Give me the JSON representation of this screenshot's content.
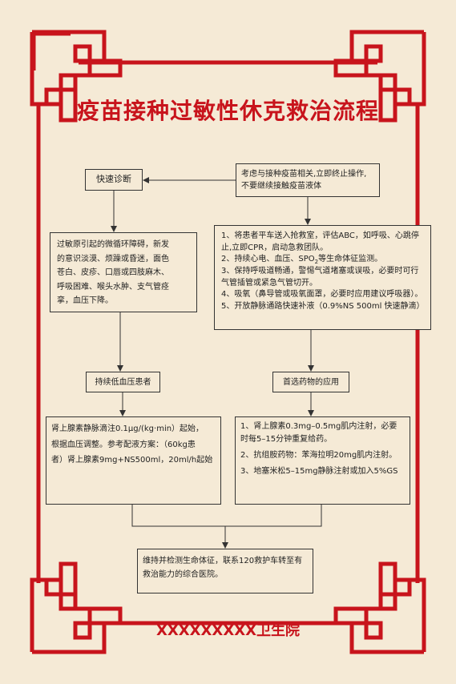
{
  "title": "疫苗接种过敏性休克救治流程",
  "footer": "XXXXXXXXX卫生院",
  "colors": {
    "frame_red": "#c8141c",
    "background": "#f5ead6",
    "line": "#333333"
  },
  "boxes": {
    "quick_diagnosis": "快速诊断",
    "stop_vaccination": {
      "line1": "考虑与接种疫苗相关,立即终止操作,",
      "line2": "不要继续接触疫苗液体"
    },
    "cause": {
      "line1": "过敏原引起的微循环障碍，新发",
      "line2": "的意识淡漠、烦躁或昏迷，面色",
      "line3": "苍白、皮疹、口唇或四肢麻木、",
      "line4": "呼吸困难、喉头水肿、支气管痉",
      "line5": "挛，血压下降。"
    },
    "steps": {
      "s1": "1、将患者平车送入抢救室，评估ABC，如呼吸、心跳停止,立即CPR，启动急救团队。",
      "s2a": "2、持续心电、血压、SPO",
      "s2sub": "2",
      "s2b": "等生命体征监测。",
      "s3": "3、保持呼吸道畅通，警惕气道堵塞或误吸，必要时可行气管插管或紧急气管切开。",
      "s4": "4、吸氧（鼻导管或吸氧面罩，必要时应用建议呼吸器）。",
      "s5": "5、开放静脉通路快速补液（0.9%NS 500ml 快速静滴）"
    },
    "persistent_hypotension": "持续低血压患者",
    "drug_of_choice": "首选药物的应用",
    "epinephrine_infusion": {
      "line1": "肾上腺素静脉滴注0.1μg/(kg·min）起始，",
      "line2": "根据血压调整。参考配液方案：（60kg患",
      "line3": "者）肾上腺素9mg+NS500ml，20ml/h起始"
    },
    "medications": {
      "m1": "1、肾上腺素0.3mg–0.5mg肌内注射，必要时每5–15分钟重复给药。",
      "m2": "2、抗组胺药物：苯海拉明20mg肌内注射。",
      "m3": "3、地塞米松5–15mg静脉注射或加入5%GS"
    },
    "monitor_transfer": "维持并检测生命体征，联系120救护车转至有救治能力的综合医院。"
  }
}
